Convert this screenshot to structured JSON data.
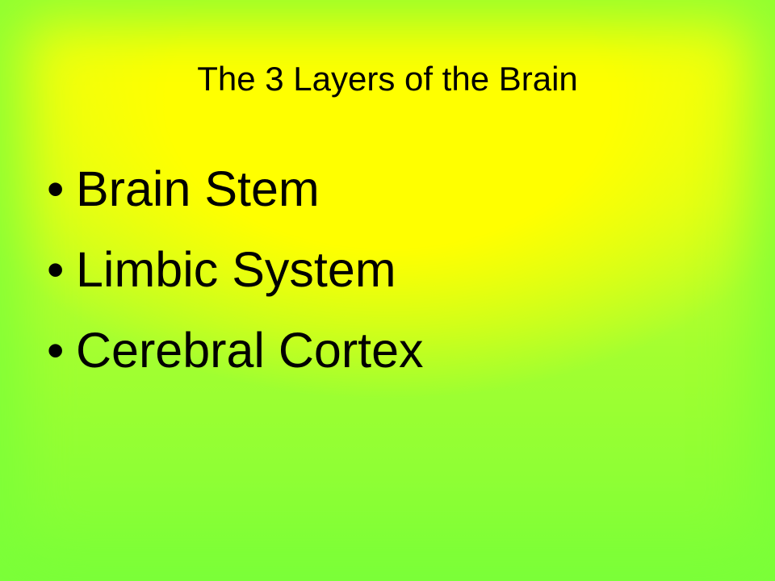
{
  "slide": {
    "title": "The 3 Layers of the Brain",
    "bullet_glyph": "•",
    "items": [
      {
        "label": "Brain Stem"
      },
      {
        "label": "Limbic System"
      },
      {
        "label": "Cerebral Cortex"
      }
    ]
  },
  "colors": {
    "background_center": "#ffff00",
    "background_edge": "#7dff38",
    "text": "#000000"
  }
}
